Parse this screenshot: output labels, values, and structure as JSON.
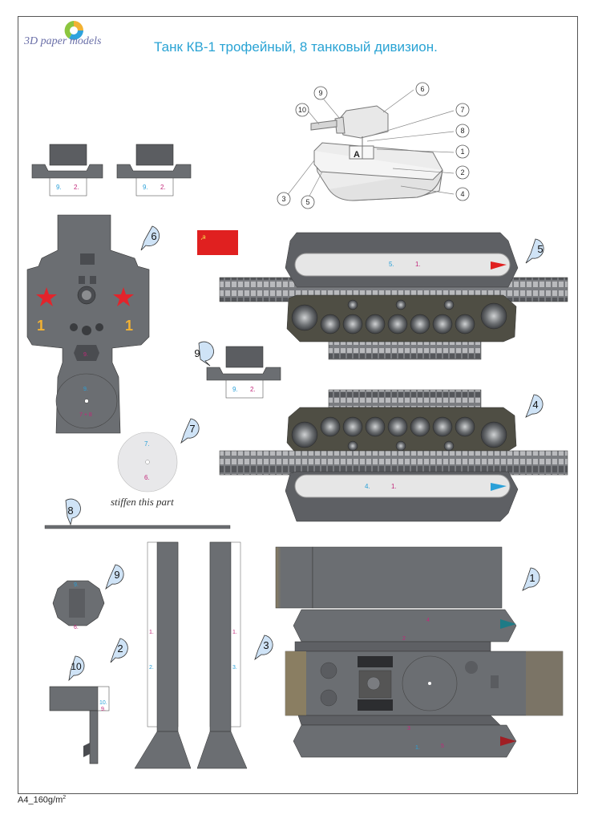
{
  "header": {
    "logo_text": "3D paper models",
    "title": "Танк КВ-1 трофейный, 8 танковый дивизион."
  },
  "footer": {
    "paper_format": "A4_160g/m",
    "superscript": "2"
  },
  "stiffen_note": "stiffen this part",
  "assembly_diagram": {
    "labels": [
      "9",
      "10",
      "6",
      "7",
      "8",
      "1",
      "2",
      "4",
      "3",
      "5"
    ],
    "point_label": "A"
  },
  "parts": {
    "p1": "1",
    "p2": "2",
    "p3": "3",
    "p4": "4",
    "p5": "5",
    "p6": "6",
    "p7": "7",
    "p8": "8",
    "p9": "9",
    "p10": "10"
  },
  "part_marks": {
    "turret_top_left": [
      "9.",
      "2."
    ],
    "turret_top_right": [
      "9.",
      "2."
    ],
    "turret_small_9": [
      "9.",
      "2."
    ],
    "turret_9_inner": "9.",
    "turret_base_9": "9.",
    "turret_base_78": "7 + 8",
    "disc_7": [
      "7.",
      "6."
    ],
    "track_5": [
      "5.",
      "1."
    ],
    "track_4": [
      "4.",
      "1."
    ],
    "side_2": [
      "1.",
      "2."
    ],
    "side_3": [
      "1.",
      "3."
    ],
    "small_9": [
      "9.",
      "6."
    ],
    "part_10": [
      "10.",
      "9."
    ],
    "hull_marks": [
      "4",
      "2",
      "3",
      "1.",
      "5"
    ]
  },
  "colors": {
    "hull_gray": "#6b6e72",
    "dark_gray": "#4a4c50",
    "track_light": "#e6e6e6",
    "callout_fill": "#cfe3f6",
    "soviet_red": "#e02020",
    "star_red": "#e3242b",
    "title_blue": "#29a3d4",
    "mark_blue": "#2aa0d8",
    "mark_magenta": "#c2287a"
  }
}
